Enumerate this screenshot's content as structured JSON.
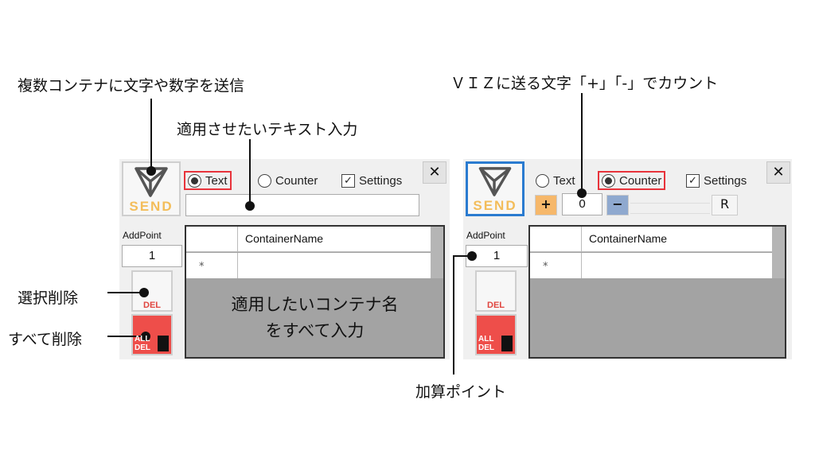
{
  "annotations": {
    "send_multi": "複数コンテナに文字や数字を送信",
    "text_input": "適用させたいテキスト入力",
    "viz_count": "ＶＩＺに送る文字「+」「-」でカウント",
    "select_delete": "選択削除",
    "delete_all": "すべて削除",
    "add_point": "加算ポイント",
    "grid_line1": "適用したいコンテナ名",
    "grid_line2": "をすべて入力"
  },
  "panel_text": {
    "send_label": "SEND",
    "close": "✕",
    "opt_text": "Text",
    "opt_counter": "Counter",
    "opt_settings": "Settings",
    "text_value": "",
    "addpoint_label": "AddPoint",
    "addpoint_value": "1",
    "del_label": "DEL",
    "alldel_label": "ALL DEL",
    "column_header": "ContainerName",
    "new_row_marker": "*"
  },
  "panel_counter": {
    "send_label": "SEND",
    "close": "✕",
    "opt_text": "Text",
    "opt_counter": "Counter",
    "opt_settings": "Settings",
    "plus": "+",
    "counter_value": "0",
    "minus": "−",
    "reset": "R",
    "addpoint_label": "AddPoint",
    "addpoint_value": "1",
    "del_label": "DEL",
    "alldel_label": "ALL DEL",
    "column_header": "ContainerName",
    "new_row_marker": "*"
  },
  "colors": {
    "highlight": "#e8333b",
    "send": "#f3bd5a",
    "active_border": "#2a7bd0",
    "plus_btn": "#f6b86b",
    "minus_btn": "#8fa9cf"
  }
}
